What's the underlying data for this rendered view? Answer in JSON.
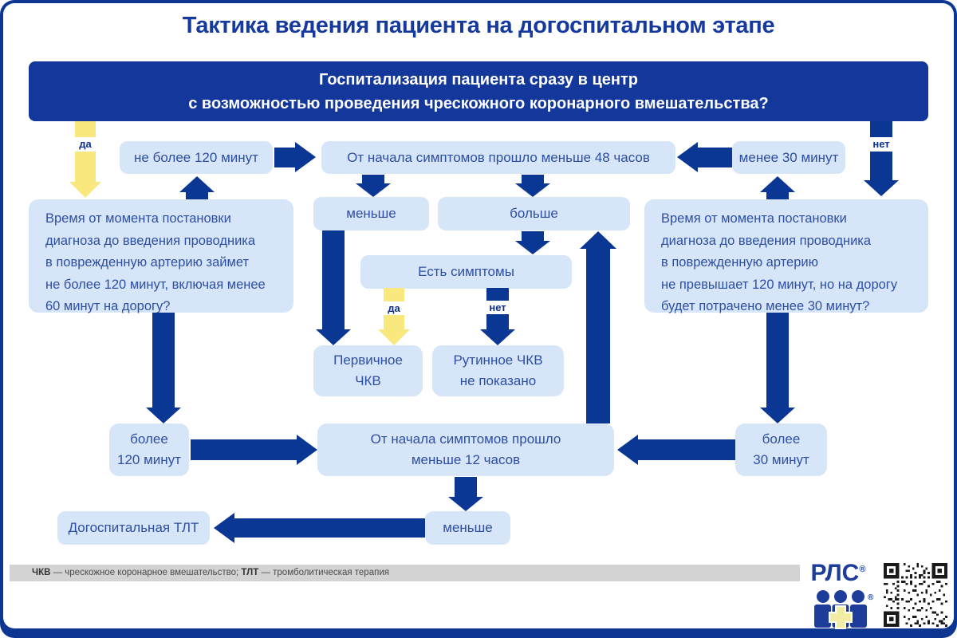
{
  "title": "Тактика ведения пациента на догоспитальном этапе",
  "colors": {
    "frame_blue": "#0D3693",
    "header_blue": "#14379C",
    "arrow_blue": "#0A3694",
    "box_blue": "#D7E5F9",
    "box_text": "#2D4FA3",
    "yellow": "#F9E87E",
    "label_blue": "#0D2F8B",
    "title_blue": "#16399E",
    "footer_gray": "#D3D3D3"
  },
  "labels": {
    "yes": "да",
    "no": "нет"
  },
  "nodes": {
    "root_question": "Госпитализация пациента сразу в центр\nс возможностью проведения чрескожного коронарного вмешательства?",
    "not_more_120min": "не более 120 минут",
    "symptoms_less_48h": "От начала симптомов прошло меньше 48 часов",
    "less_30min": "менее 30 минут",
    "left_question": "Время от момента постановки\nдиагноза до введения проводника\nв поврежденную артерию займет\nне более 120 минут, включая менее\n60 минут на дорогу?",
    "right_question": "Время от момента постановки\nдиагноза до введения проводника\nв поврежденную артерию\nне превышает 120 минут, но на дорогу\nбудет потрачено менее 30 минут?",
    "less": "меньше",
    "more": "больше",
    "has_symptoms": "Есть симптомы",
    "primary_pci": "Первичное\nЧКВ",
    "routine_pci": "Рутинное ЧКВ\nне показано",
    "more_120min": "более\n120 минут",
    "symptoms_less_12h": "От начала симптомов прошло\nменьше 12 часов",
    "more_30min": "более\n30 минут",
    "less_bottom": "меньше",
    "prehospital_tlt": "Догоспитальная ТЛТ"
  },
  "footer": {
    "abbr1": "ЧКВ",
    "def1": " — чрескожное коронарное вмешательство; ",
    "abbr2": "ТЛТ",
    "def2": " — тромболитическая терапия"
  },
  "logo": {
    "text": "РЛС",
    "reg": "®"
  }
}
